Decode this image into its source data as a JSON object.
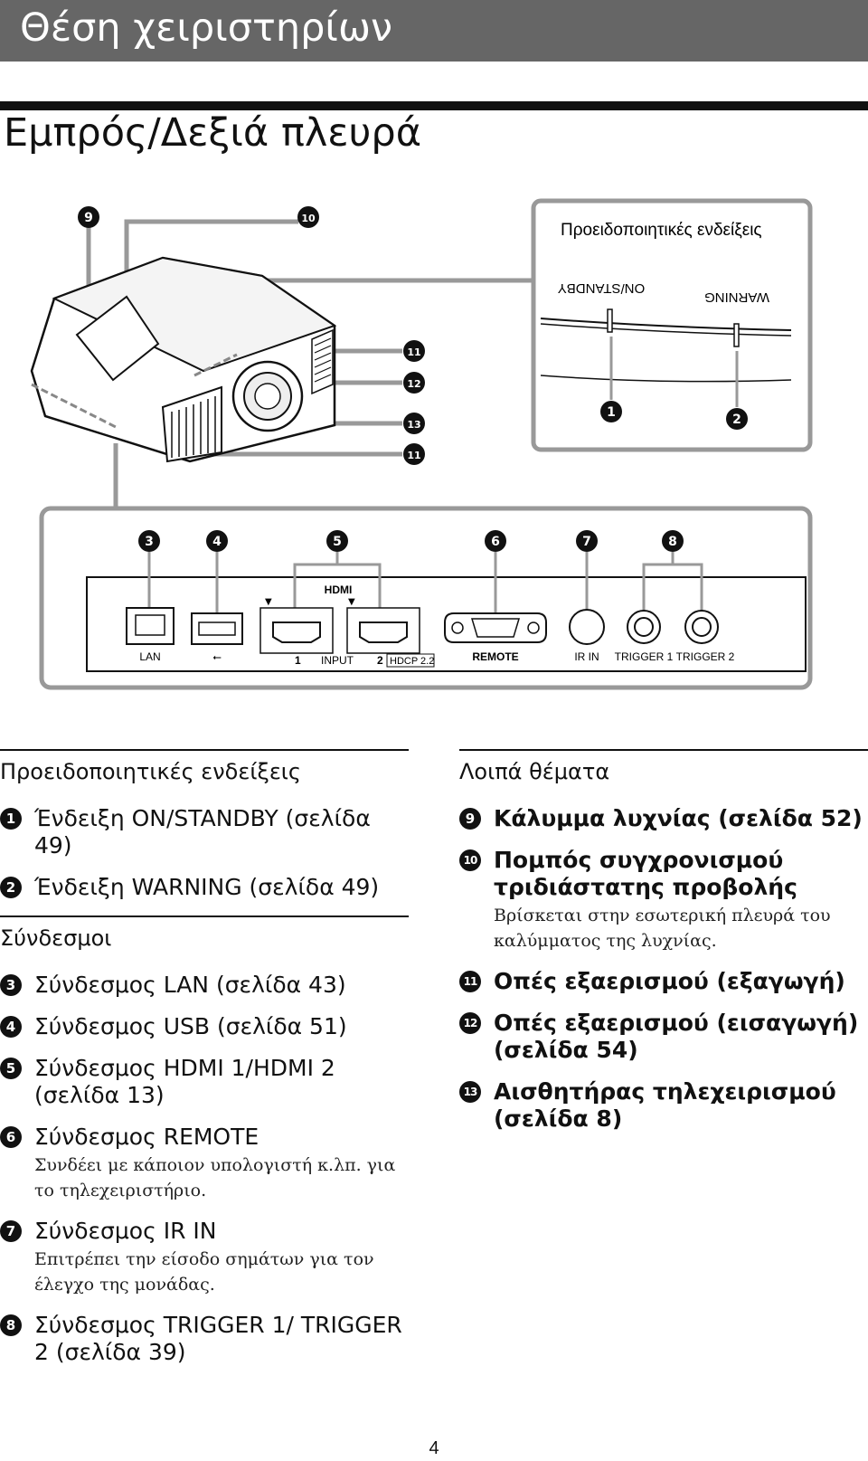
{
  "header": {
    "title": "Θέση χειριστηρίων"
  },
  "section": {
    "title": "Εμπρός/Δεξιά πλευρά"
  },
  "diagram": {
    "indicator_panel_title": "Προειδοποιητικές ενδείξεις",
    "on_standby_label": "ON/STANDBY",
    "warning_label": "WARNING",
    "lan_label": "LAN",
    "usb_label": "⭠",
    "hdmi_logo": "HDMI",
    "input_label": "INPUT",
    "input1": "1",
    "input2": "2",
    "hdcp_label": "HDCP 2.2",
    "remote_label": "REMOTE",
    "ir_in_label": "IR IN",
    "trigger1_label": "TRIGGER 1",
    "trigger2_label": "TRIGGER 2",
    "callouts": [
      "1",
      "2",
      "3",
      "4",
      "5",
      "6",
      "7",
      "8",
      "9",
      "10",
      "11",
      "12",
      "13",
      "11"
    ]
  },
  "left": {
    "cat1": "Προειδοποιητικές ενδείξεις",
    "cat2": "Σύνδεσμοι",
    "items": [
      {
        "n": "1",
        "title": "Ένδειξη ON/STANDBY (σελίδα 49)",
        "desc": ""
      },
      {
        "n": "2",
        "title": "Ένδειξη WARNING (σελίδα 49)",
        "desc": ""
      },
      {
        "n": "3",
        "title": "Σύνδεσμος LAN (σελίδα 43)",
        "desc": ""
      },
      {
        "n": "4",
        "title": "Σύνδεσμος USB (σελίδα 51)",
        "desc": ""
      },
      {
        "n": "5",
        "title": "Σύνδεσμος HDMI 1/HDMI 2 (σελίδα 13)",
        "desc": ""
      },
      {
        "n": "6",
        "title": "Σύνδεσμος REMOTE",
        "desc": "Συνδέει με κάποιον υπολογιστή κ.λπ. για το τηλεχειριστήριο."
      },
      {
        "n": "7",
        "title": "Σύνδεσμος IR IN",
        "desc": "Επιτρέπει την είσοδο σημάτων για τον έλεγχο της μονάδας."
      },
      {
        "n": "8",
        "title": "Σύνδεσμος TRIGGER 1/ TRIGGER 2 (σελίδα 39)",
        "desc": ""
      }
    ]
  },
  "right": {
    "cat": "Λοιπά θέματα",
    "items": [
      {
        "n": "9",
        "title": "Κάλυμμα λυχνίας (σελίδα 52)",
        "desc": ""
      },
      {
        "n": "10",
        "title": "Πομπός συγχρονισμού τριδιάστατης προβολής",
        "desc": "Βρίσκεται στην εσωτερική πλευρά του καλύμματος της λυχνίας."
      },
      {
        "n": "11",
        "title": "Οπές εξαερισμού (εξαγωγή)",
        "desc": ""
      },
      {
        "n": "12",
        "title": "Οπές εξαερισμού (εισαγωγή) (σελίδα 54)",
        "desc": ""
      },
      {
        "n": "13",
        "title": "Αισθητήρας τηλεχειρισμού (σελίδα 8)",
        "desc": ""
      }
    ]
  },
  "page_number": "4"
}
